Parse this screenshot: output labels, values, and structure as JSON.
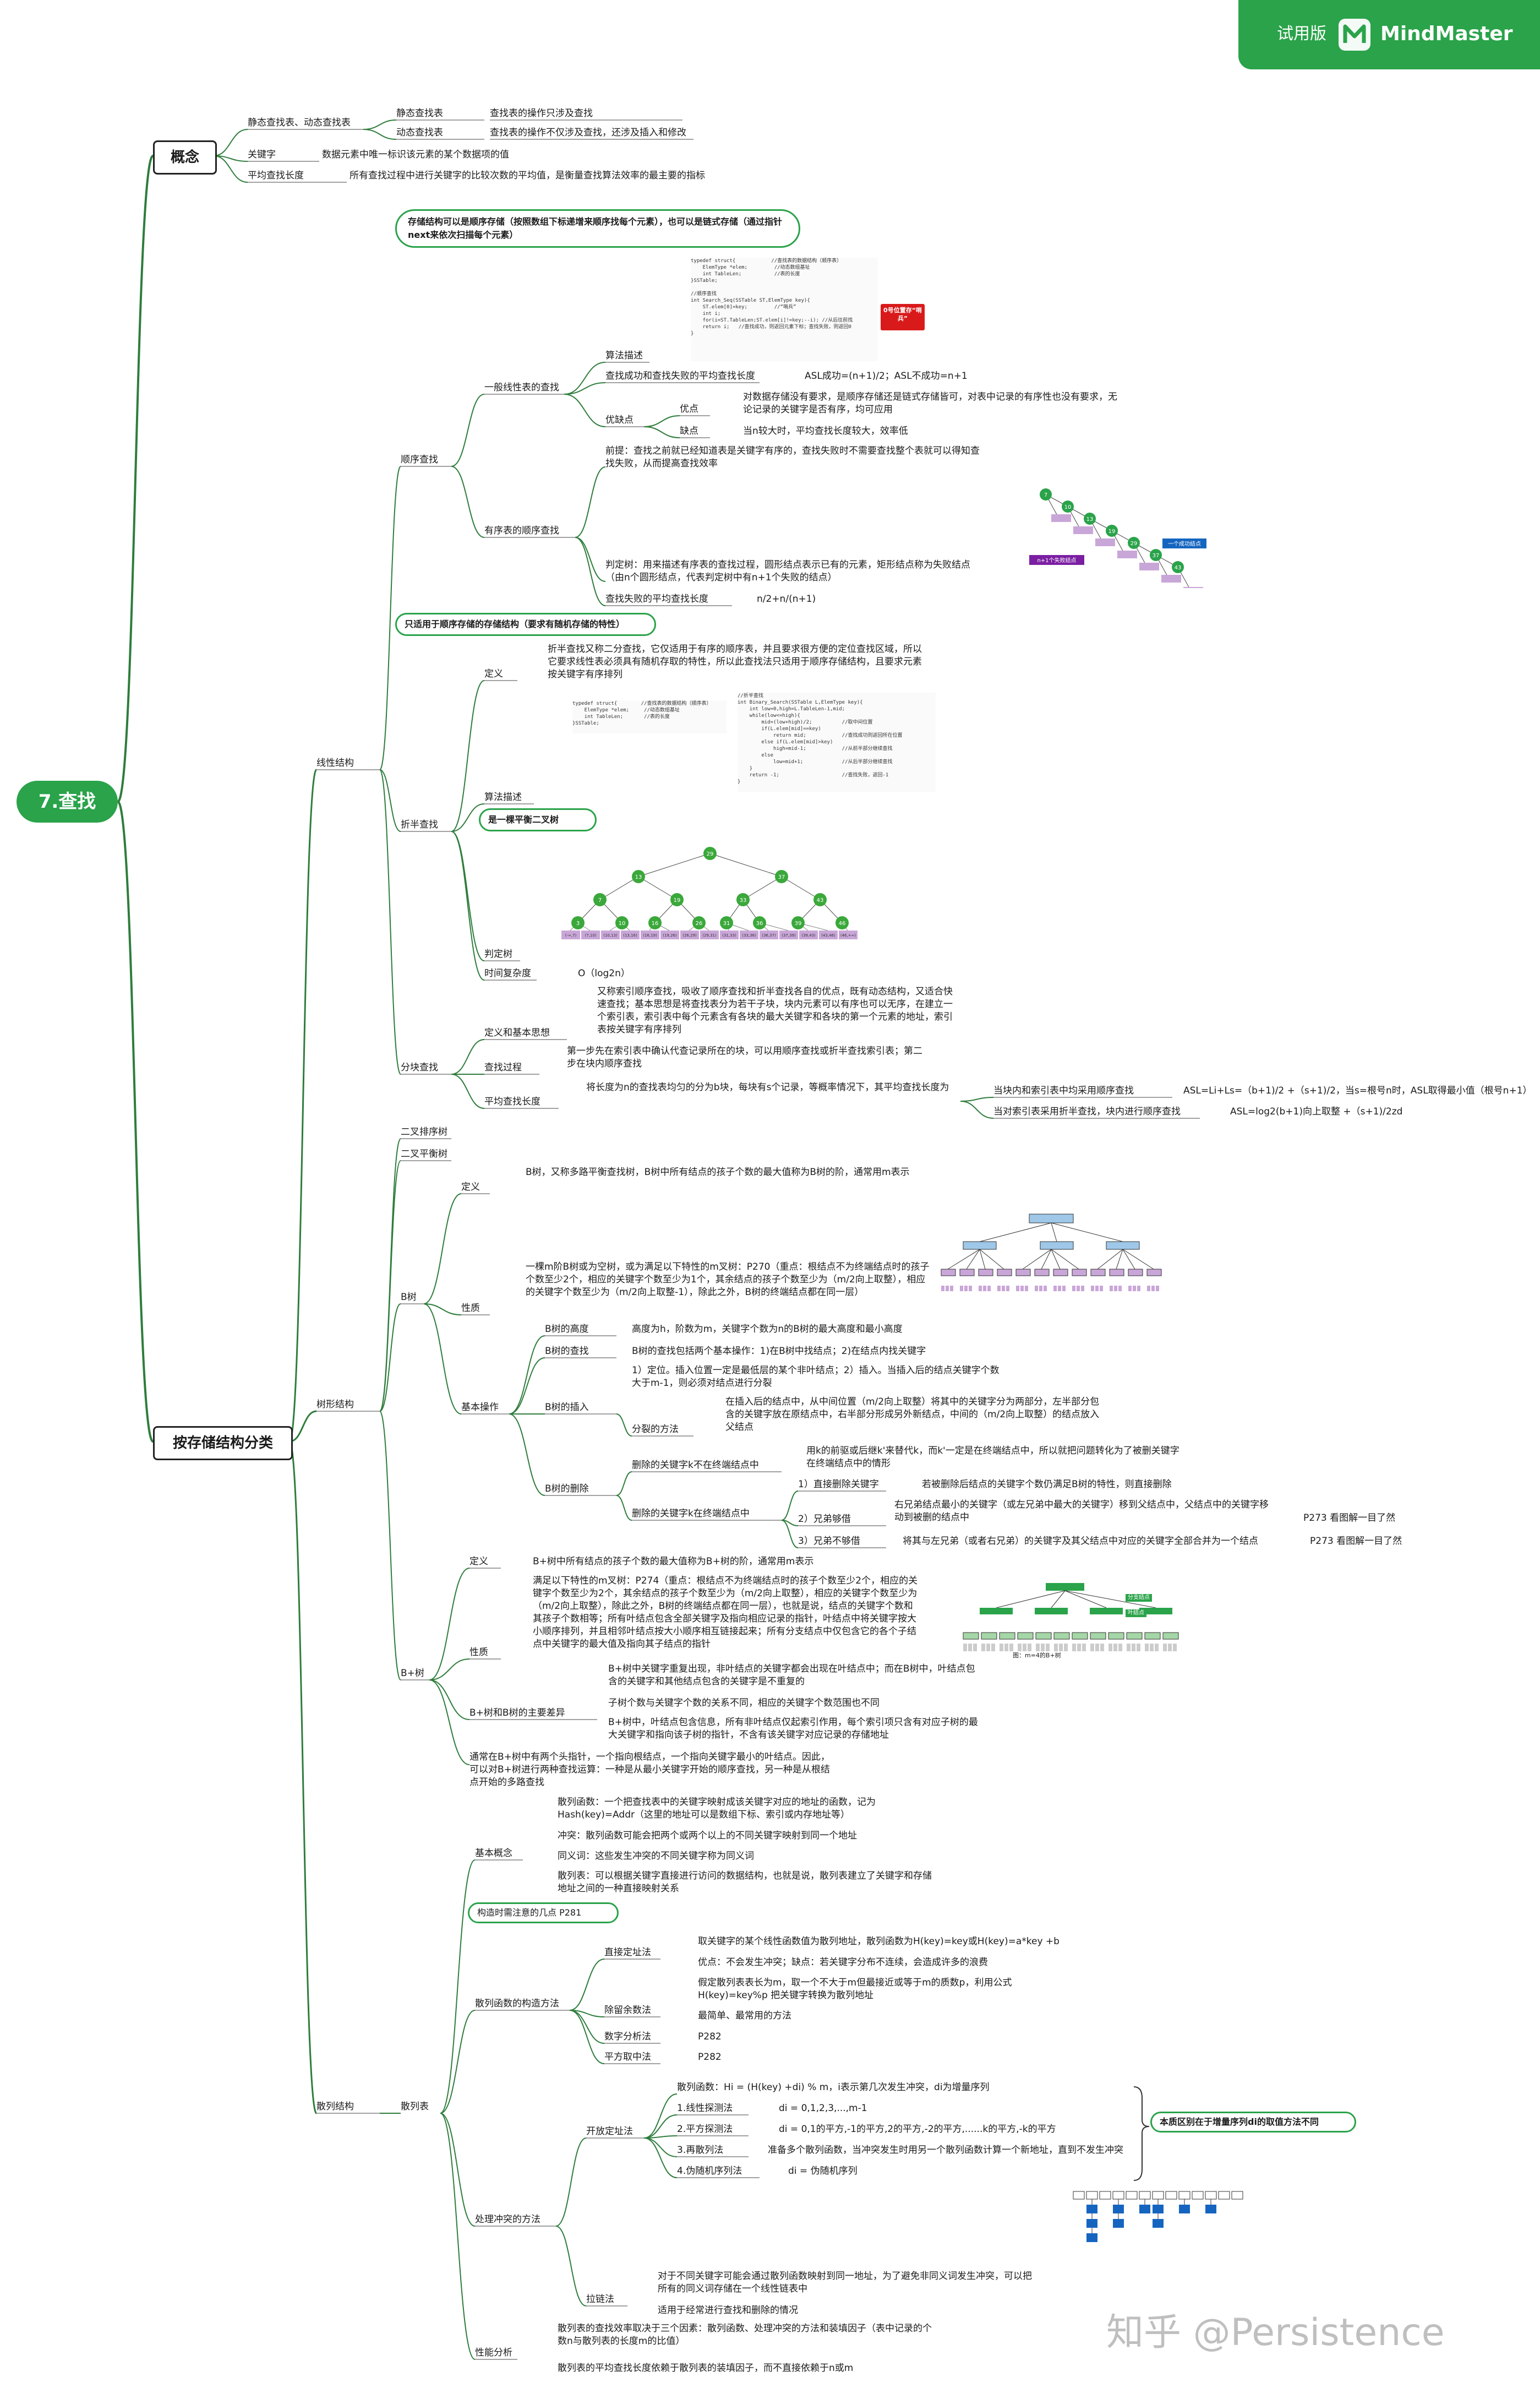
{
  "brand": {
    "trial": "试用版",
    "name": "MindMaster"
  },
  "watermark": "知乎 @Persistence",
  "root": "7.查找",
  "b1": {
    "concept": "概念",
    "classify": "按存储结构分类"
  },
  "concept": {
    "static_dynamic": "静态查找表、动态查找表",
    "static_table": "静态查找表",
    "static_desc": "查找表的操作只涉及查找",
    "dynamic_table": "动态查找表",
    "dynamic_desc": "查找表的操作不仅涉及查找，还涉及插入和修改",
    "keyword": "关键字",
    "keyword_desc": "数据元素中唯一标识该元素的某个数据项的值",
    "asl": "平均查找长度",
    "asl_desc": "所有查找过程中进行关键字的比较次数的平均值，是衡量查找算法效率的最主要的指标"
  },
  "linear": {
    "label": "线性结构",
    "seq": {
      "label": "顺序查找",
      "callout": "存储结构可以是顺序存储（按照数组下标递增来顺序找每个元素），也可以是链式存储（通过指针next来依次扫描每个元素）",
      "general": "一般线性表的查找",
      "algo": "算法描述",
      "asl": "查找成功和查找失败的平均查找长度",
      "asl_val": "ASL成功=(n+1)/2；ASL不成功=n+1",
      "pros_cons": "优缺点",
      "pros": "优点",
      "pros_desc": "对数据存储没有要求，是顺序存储还是链式存储皆可，对表中记录的有序性也没有要求，无论记录的关键字是否有序，均可应用",
      "cons": "缺点",
      "cons_desc": "当n较大时，平均查找长度较大，效率低",
      "ordered": "有序表的顺序查找",
      "ordered_pre": "前提：查找之前就已经知道表是关键字有序的，查找失败时不需要查找整个表就可以得知查找失败，从而提高查找效率",
      "ordered_tree": "判定树：用来描述有序表的查找过程，圆形结点表示已有的元素，矩形结点称为失败结点（由n个圆形结点，代表判定树中有n+1个失败的结点）",
      "fail_asl": "查找失败的平均查找长度",
      "fail_val": "n/2+n/(n+1)",
      "sentinel_tag": "0号位置存“哨兵”",
      "tree_label1": "n+1个失败结点",
      "tree_label2": "一个成功结点"
    },
    "bin": {
      "label": "折半查找",
      "callout": "只适用于顺序存储的存储结构（要求有随机存储的特性）",
      "def": "定义",
      "def_desc": "折半查找又称二分查找，它仅适用于有序的顺序表，并且要求很方便的定位查找区域，所以它要求线性表必须具有随机存取的特性，所以此查找法只适用于顺序存储结构，且要求元素按关键字有序排列",
      "algo": "算法描述",
      "tree": "判定树",
      "balanced": "是一棵平衡二叉树",
      "time": "时间复杂度",
      "time_val": "O（log2n）"
    },
    "block": {
      "label": "分块查找",
      "def": "定义和基本思想",
      "def_desc": "又称索引顺序查找，吸收了顺序查找和折半查找各自的优点，既有动态结构，又适合快速查找；基本思想是将查找表分为若干子块，块内元素可以有序也可以无序，在建立一个索引表，索引表中每个元素含有各块的最大关键字和各块的第一个元素的地址，索引表按关键字有序排列",
      "proc": "查找过程",
      "proc_desc": "第一步先在索引表中确认代查记录所在的块，可以用顺序查找或折半查找索引表；第二步在块内顺序查找",
      "asl": "平均查找长度",
      "asl_desc": "将长度为n的查找表均匀的分为b块，每块有s个记录，等概率情况下，其平均查找长度为",
      "seq_case": "当块内和索引表中均采用顺序查找",
      "seq_val": "ASL=Li+Ls=（b+1)/2 +（s+1)/2，当s=根号n时，ASL取得最小值（根号n+1）",
      "bin_case": "当对索引表采用折半查找，块内进行顺序查找",
      "bin_val": "ASL=log2(b+1)向上取整 +（s+1)/2zd"
    }
  },
  "tree": {
    "label": "树形结构",
    "bst": "二叉排序树",
    "avl": "二叉平衡树",
    "btree": {
      "label": "B树",
      "def": "定义",
      "def_desc": "B树，又称多路平衡查找树，B树中所有结点的孩子个数的最大值称为B树的阶，通常用m表示",
      "prop": "性质",
      "prop_desc": "一棵m阶B树或为空树，或为满足以下特性的m叉树：P270（重点：根结点不为终端结点时的孩子个数至少2个，相应的关键字个数至少为1个，其余结点的孩子个数至少为（m/2向上取整），相应的关键字个数至少为（m/2向上取整-1），除此之外，B树的终端结点都在同一层）",
      "ops": "基本操作",
      "height": "B树的高度",
      "height_desc": "高度为h，阶数为m，关键字个数为n的B树的最大高度和最小高度",
      "search": "B树的查找",
      "search_desc": "B树的查找包括两个基本操作：1)在B树中找结点；2)在结点内找关键字",
      "insert": "B树的插入",
      "insert_desc": "1）定位。插入位置一定是最低层的某个非叶结点；2）插入。当插入后的结点关键字个数大于m-1，则必须对结点进行分裂",
      "split": "分裂的方法",
      "split_desc": "在插入后的结点中，从中间位置（m/2向上取整）将其中的关键字分为两部分，左半部分包含的关键字放在原结点中，右半部分形成另外新结点，中间的（m/2向上取整）的结点放入父结点",
      "delete": "B树的删除",
      "del_nonterm": "删除的关键字k不在终端结点中",
      "del_nonterm_desc": "用k的前驱或后继k'来替代k，而k'一定是在终端结点中，所以就把问题转化为了被删关键字在终端结点中的情形",
      "del_term": "删除的关键字k在终端结点中",
      "del_case1": "1）直接删除关键字",
      "del_case1_desc": "若被删除后结点的关键字个数仍满足B树的特性，则直接删除",
      "del_case2": "2）兄弟够借",
      "del_case2_desc": "右兄弟结点最小的关键字（或左兄弟中最大的关键字）移到父结点中，父结点中的关键字移动到被删的结点中",
      "del_case2_ref": "P273 看图解一目了然",
      "del_case3": "3）兄弟不够借",
      "del_case3_desc": "将其与左兄弟（或者右兄弟）的关键字及其父结点中对应的关键字全部合并为一个结点",
      "del_case3_ref": "P273 看图解一目了然"
    },
    "bplus": {
      "label": "B+树",
      "def": "定义",
      "def_desc": "B+树中所有结点的孩子个数的最大值称为B+树的阶，通常用m表示",
      "prop": "性质",
      "prop_desc": "满足以下特性的m叉树：P274（重点：根结点不为终端结点时的孩子个数至少2个，相应的关键字个数至少为2个，其余结点的孩子个数至少为（m/2向上取整），相应的关键字个数至少为（m/2向上取整），除此之外，B树的终端结点都在同一层），也就是说，结点的关键字个数和其孩子个数相等；所有叶结点包含全部关键字及指向相应记录的指针，叶结点中将关键字按大小顺序排列，并且相邻叶结点按大小顺序相互链接起来；所有分支结点中仅包含它的各个子结点中关键字的最大值及指向其子结点的指针",
      "diff": "B+树和B树的主要差异",
      "diff1": "B+树中关键字重复出现，非叶结点的关键字都会出现在叶结点中；而在B树中，叶结点包含的关键字和其他结点包含的关键字是不重复的",
      "diff2": "子树个数与关键字个数的关系不同，相应的关键字个数范围也不同",
      "diff3": "B+树中，叶结点包含信息，所有非叶结点仅起索引作用，每个索引项只含有对应子树的最大关键字和指向该子树的指针，不含有该关键字对应记录的存储地址",
      "note": "通常在B+树中有两个头指针，一个指向根结点，一个指向关键字最小的叶结点。因此，可以对B+树进行两种查找运算：一种是从最小关键字开始的顺序查找，另一种是从根结点开始的多路查找",
      "fig_caption": "图：m=4的B+树",
      "fig_label1": "分支结点",
      "fig_label2": "叶结点"
    }
  },
  "hash": {
    "label": "散列结构",
    "table": "散列表",
    "basic": "基本概念",
    "basic1": "散列函数：一个把查找表中的关键字映射成该关键字对应的地址的函数，记为Hash(key)=Addr（这里的地址可以是数组下标、索引或内存地址等）",
    "basic2": "冲突：散列函数可能会把两个或两个以上的不同关键字映射到同一个地址",
    "basic3": "同义词：这些发生冲突的不同关键字称为同义词",
    "basic4": "散列表：可以根据关键字直接进行访问的数据结构，也就是说，散列表建立了关键字和存储地址之间的一种直接映射关系",
    "construct": "散列函数的构造方法",
    "callout": "构造时需注意的几点 P281",
    "direct": "直接定址法",
    "direct1": "取关键字的某个线性函数值为散列地址，散列函数为H(key)=key或H(key)=a*key +b",
    "direct2": "优点：不会发生冲突；缺点：若关键字分布不连续，会造成许多的浪费",
    "mod": "除留余数法",
    "mod1": "假定散列表表长为m，取一个不大于m但最接近或等于m的质数p，利用公式H(key)=key%p 把关键字转换为散列地址",
    "mod2": "最简单、最常用的方法",
    "digit": "数字分析法",
    "digit_ref": "P282",
    "square": "平方取中法",
    "square_ref": "P282",
    "conflict": "处理冲突的方法",
    "open": "开放定址法",
    "open_fn": "散列函数：Hi = (H(key) +di) % m，i表示第几次发生冲突，di为增量序列",
    "lin": "1.线性探测法",
    "lin_desc": "di = 0,1,2,3,...,m-1",
    "sq": "2.平方探测法",
    "sq_desc": "di = 0,1的平方,-1的平方,2的平方,-2的平方,......k的平方,-k的平方",
    "rehash": "3.再散列法",
    "rehash_desc": "准备多个散列函数，当冲突发生时用另一个散列函数计算一个新地址，直到不发生冲突",
    "rand": "4.伪随机序列法",
    "rand_desc": "di = 伪随机序列",
    "open_callout": "本质区别在于增量序列di的取值方法不同",
    "chain": "拉链法",
    "chain1": "对于不同关键字可能会通过散列函数映射到同一地址，为了避免非同义词发生冲突，可以把所有的同义词存储在一个线性链表中",
    "chain2": "适用于经常进行查找和删除的情况",
    "perf": "性能分析",
    "perf1": "散列表的查找效率取决于三个因素：散列函数、处理冲突的方法和装填因子（表中记录的个数n与散列表的长度m的比值）",
    "perf2": "散列表的平均查找长度依赖于散列表的装填因子，而不直接依赖于n或m"
  },
  "bin_tree_keys": [
    "29",
    "13",
    "37",
    "7",
    "19",
    "33",
    "43",
    "3",
    "10",
    "16",
    "26",
    "31",
    "36",
    "39",
    "46"
  ],
  "bin_tree_fail": [
    "(-∞,7)",
    "(7,10)",
    "(10,13)",
    "(13,16)",
    "(16,19)",
    "(19,26)",
    "(26,29)",
    "(29,31)",
    "(31,33)",
    "(33,36)",
    "(36,37)",
    "(37,39)",
    "(39,43)",
    "(43,46)",
    "(46,+∞)"
  ],
  "seq_tree_keys": [
    "7",
    "10",
    "13",
    "19",
    "29",
    "37",
    "43"
  ],
  "code_seq": "typedef struct{            //查找表的数据结构（顺序表）\n    ElemType *elem;         //动态数组基址\n    int TableLen;           //表的长度\n}SSTable;\n\n//顺序查找\nint Search_Seq(SSTable ST,ElemType key){\n    ST.elem[0]=key;         //“哨兵”\n    int i;\n    for(i=ST.TableLen;ST.elem[i]!=key;--i); //从后往前找\n    return i;   //查找成功，则返回元素下标；查找失败，则返回0\n}",
  "code_bin1": "typedef struct{        //查找表的数据结构（顺序表）\n    ElemType *elem;     //动态数组基址\n    int TableLen;       //表的长度\n}SSTable;",
  "code_bin2": "//折半查找\nint Binary_Search(SSTable L,ElemType key){\n    int low=0,high=L.TableLen-1,mid;\n    while(low<=high){\n        mid=(low+high)/2;          //取中间位置\n        if(L.elem[mid]==key)\n            return mid;            //查找成功则返回所在位置\n        else if(L.elem[mid]>key)\n            high=mid-1;            //从前半部分继续查找\n        else\n            low=mid+1;             //从后半部分继续查找\n    }\n    return -1;                     //查找失败，返回-1\n}"
}
